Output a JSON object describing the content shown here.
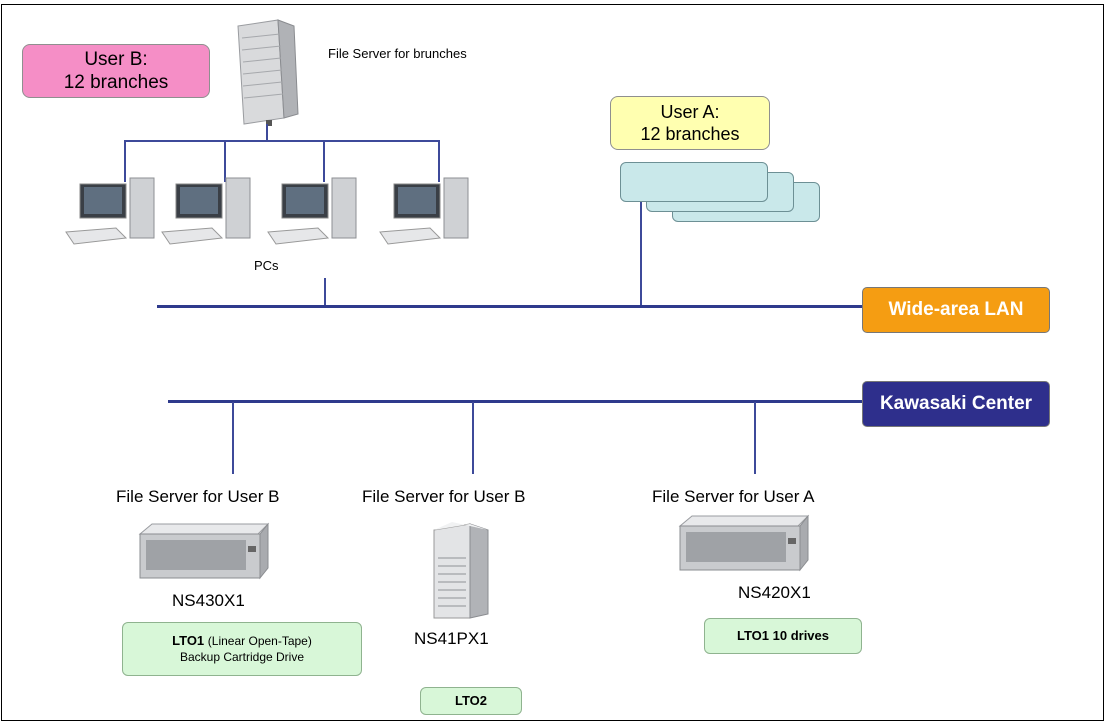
{
  "colors": {
    "bus": "#2e3a8c",
    "user_b_box": "#f58ec6",
    "user_a_box": "#ffffb0",
    "wan_banner": "#f59d12",
    "center_banner": "#2e2f8c",
    "lto_box": "#d8f7d8",
    "client_card": "#c9e8ea"
  },
  "branch": {
    "user_b": {
      "line1": "User B:",
      "line2": "12 branches"
    },
    "user_a": {
      "line1": "User A:",
      "line2": "12 branches"
    },
    "branch_server_label": "File Server for brunches",
    "pcs_label": "PCs"
  },
  "networks": {
    "wan": "Wide-area LAN",
    "center": "Kawasaki Center"
  },
  "servers": [
    {
      "title": "File Server for User B",
      "model": "NS430X1",
      "lto_bold": "LTO1",
      "lto_note": "(Linear Open-Tape)",
      "lto_line2": "Backup Cartridge Drive"
    },
    {
      "title": "File Server for User B",
      "model": "NS41PX1",
      "lto_bold": "LTO2"
    },
    {
      "title": "File Server for User A",
      "model": "NS420X1",
      "lto_bold": "LTO1 10 drives"
    }
  ]
}
